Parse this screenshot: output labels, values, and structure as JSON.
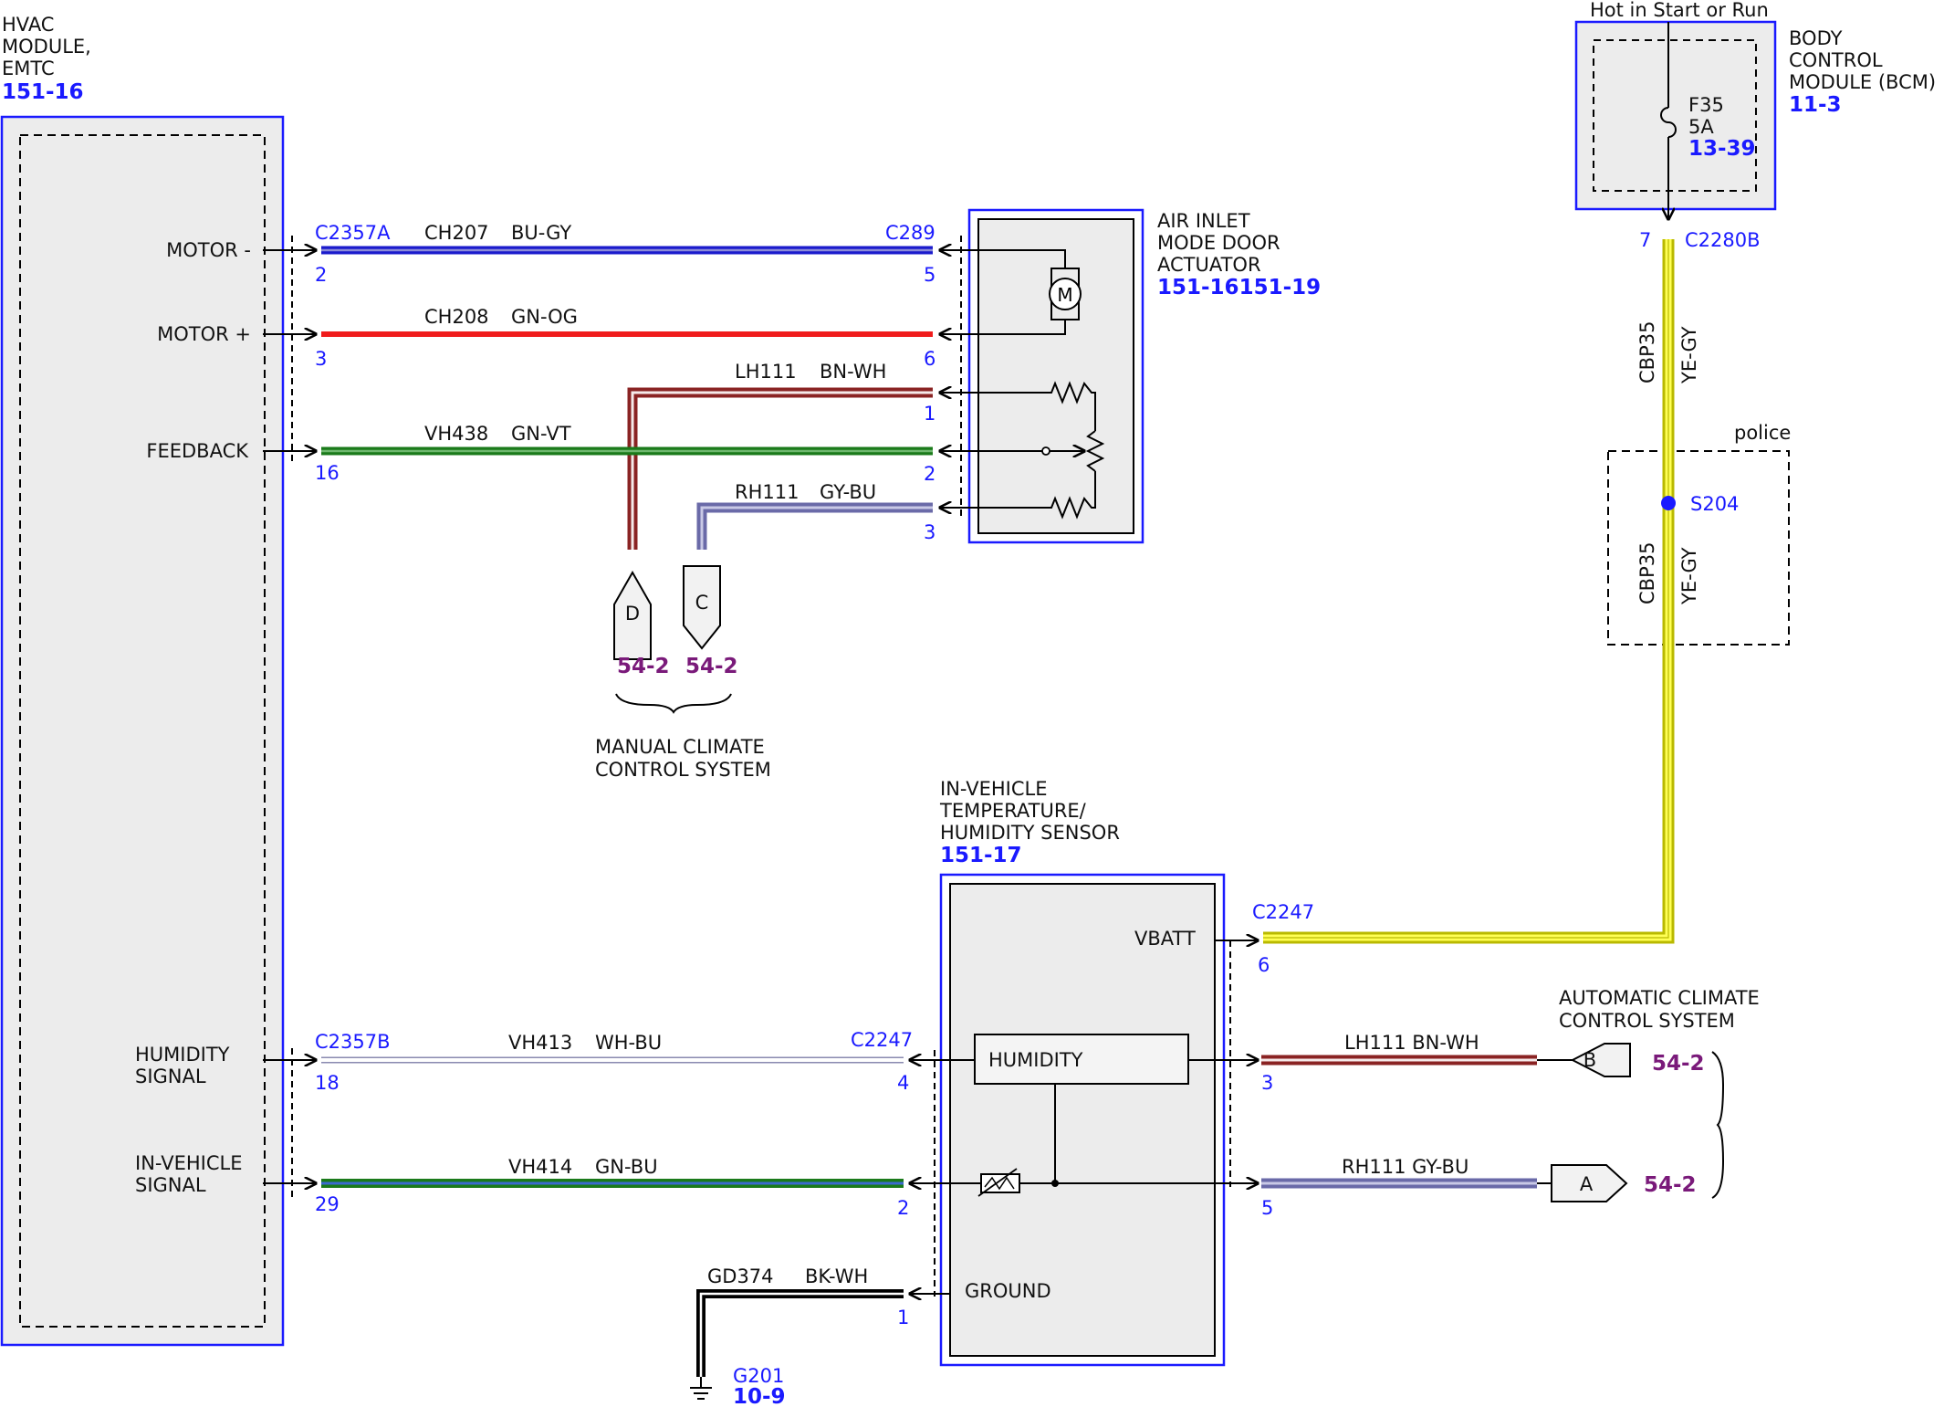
{
  "hvac_module": {
    "name_lines": [
      "HVAC",
      "MODULE,",
      "EMTC"
    ],
    "ref": "151-16"
  },
  "hvac_pins": {
    "motor_minus": {
      "label": "MOTOR -",
      "pin": "2"
    },
    "motor_plus": {
      "label": "MOTOR +",
      "pin": "3"
    },
    "feedback": {
      "label": "FEEDBACK",
      "pin": "16"
    },
    "humidity": {
      "label_lines": [
        "HUMIDITY",
        "SIGNAL"
      ],
      "pin": "18"
    },
    "invehicle": {
      "label_lines": [
        "IN-VEHICLE",
        "SIGNAL"
      ],
      "pin": "29"
    }
  },
  "connectors": {
    "c2357a": "C2357A",
    "c2357b": "C2357B",
    "c289": "C289",
    "c2247_left": "C2247",
    "c2247_right": "C2247",
    "c2280b": "C2280B"
  },
  "wires": {
    "ch207": {
      "circuit": "CH207",
      "color": "BU-GY"
    },
    "ch208": {
      "circuit": "CH208",
      "color": "GN-OG"
    },
    "lh111_top": {
      "circuit": "LH111",
      "color": "BN-WH"
    },
    "vh438": {
      "circuit": "VH438",
      "color": "GN-VT"
    },
    "rh111_top": {
      "circuit": "RH111",
      "color": "GY-BU"
    },
    "vh413": {
      "circuit": "VH413",
      "color": "WH-BU"
    },
    "vh414": {
      "circuit": "VH414",
      "color": "GN-BU"
    },
    "gd374": {
      "circuit": "GD374",
      "color": "BK-WH"
    },
    "lh111_bottom": {
      "label": "LH111 BN-WH"
    },
    "rh111_bottom": {
      "label": "RH111 GY-BU"
    },
    "cbp35_upper": {
      "circuit": "CBP35",
      "color": "YE-GY"
    },
    "cbp35_lower": {
      "circuit": "CBP35",
      "color": "YE-GY"
    }
  },
  "actuator": {
    "name_lines": [
      "AIR INLET",
      "MODE DOOR",
      "ACTUATOR"
    ],
    "ref": "151-16151-19",
    "pins": [
      "5",
      "6",
      "1",
      "2",
      "3"
    ],
    "motor_symbol": "M"
  },
  "manual_climate": {
    "lines": [
      "MANUAL CLIMATE",
      "CONTROL SYSTEM"
    ],
    "tag_d": "D",
    "tag_c": "C",
    "ref_d": "54-2",
    "ref_c": "54-2"
  },
  "auto_climate": {
    "lines": [
      "AUTOMATIC CLIMATE",
      "CONTROL SYSTEM"
    ],
    "tag_b": "B",
    "tag_a": "A",
    "ref_b": "54-2",
    "ref_a": "54-2"
  },
  "sensor": {
    "name_lines": [
      "IN-VEHICLE",
      "TEMPERATURE/",
      "HUMIDITY SENSOR"
    ],
    "ref": "151-17",
    "vbatt": "VBATT",
    "humidity_box": "HUMIDITY",
    "ground": "GROUND",
    "pins": {
      "vbatt": "6",
      "humidity_out": "4",
      "temp_out": "2",
      "ground": "1",
      "lh_out": "3",
      "rh_out": "5"
    }
  },
  "bcm": {
    "header": "Hot in Start or Run",
    "name_lines": [
      "BODY",
      "CONTROL",
      "MODULE (BCM)"
    ],
    "ref": "11-3",
    "fuse": "F35",
    "fuse_rating": "5A",
    "fuse_ref": "13-39",
    "pin": "7"
  },
  "splice": {
    "option": "police",
    "name": "S204"
  },
  "ground": {
    "name": "G201",
    "ref": "10-9"
  }
}
